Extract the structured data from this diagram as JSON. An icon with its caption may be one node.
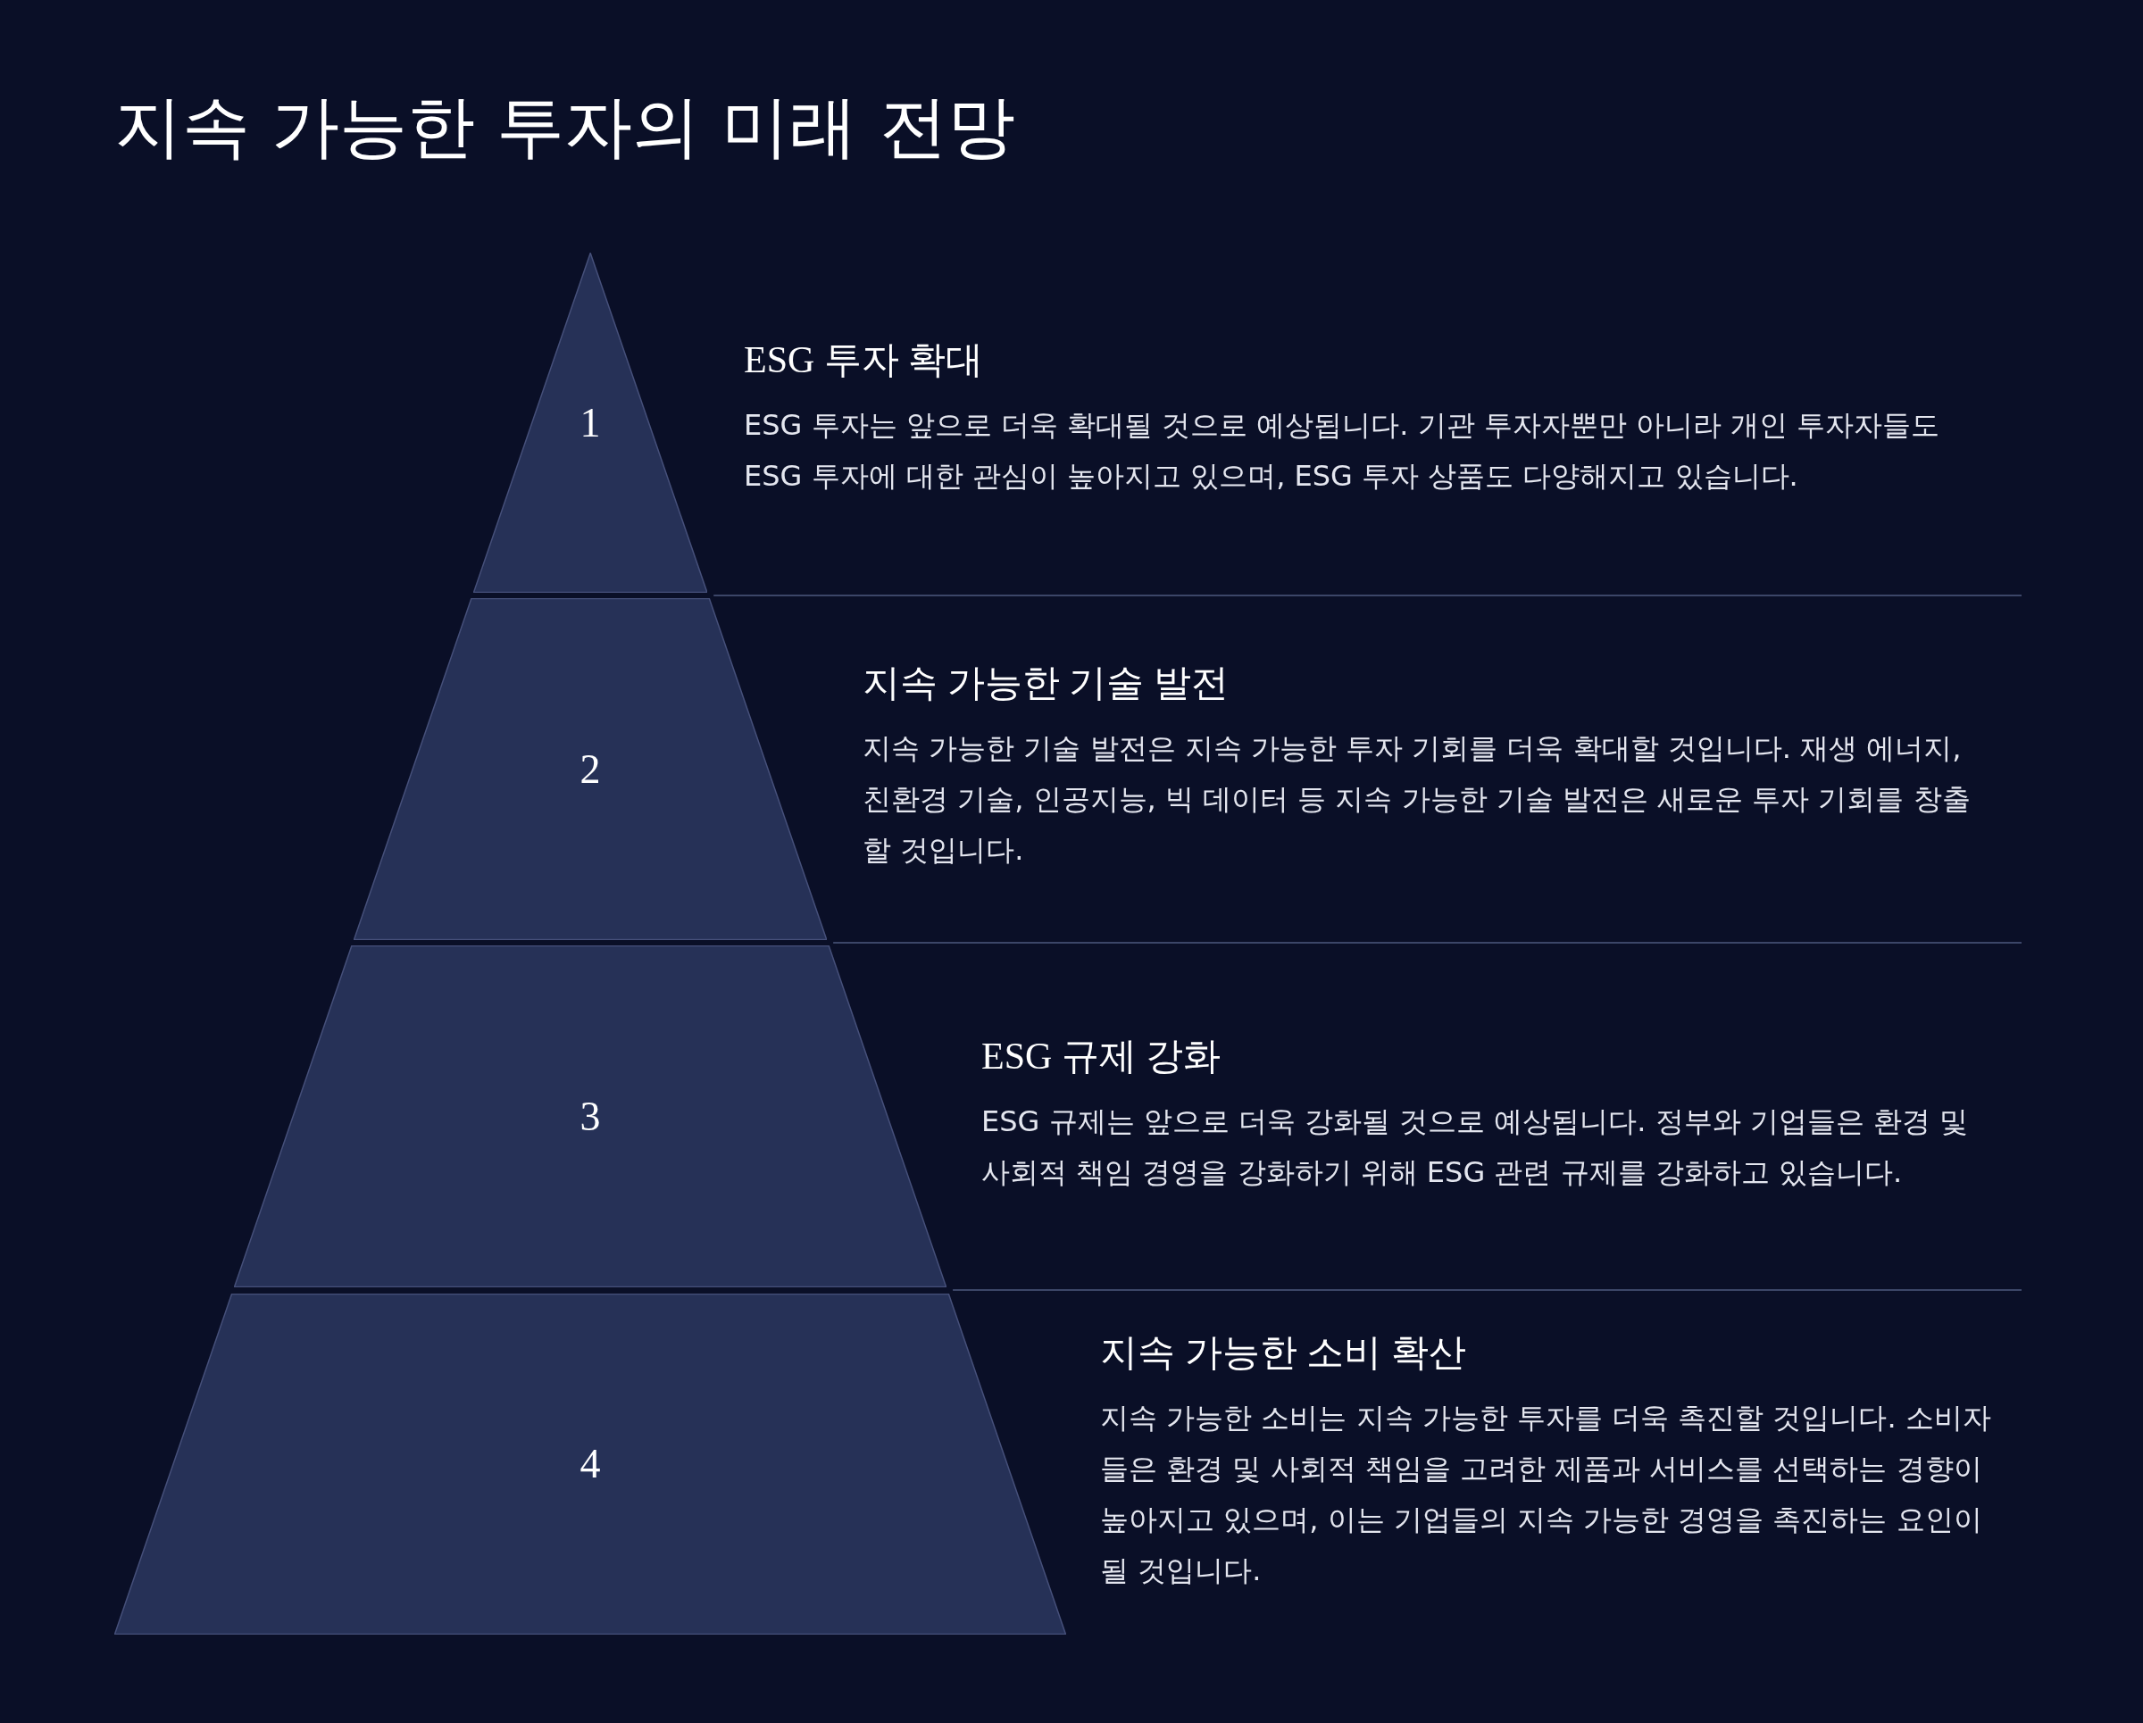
{
  "diagram": {
    "title": "지속 가능한 투자의 미래 전망",
    "nodes": [
      {
        "text": [
          "1"
        ],
        "beside": [
          "ESG 투자 확대",
          "ESG 투자는 앞으로 더욱 확대될 것으로 예상됩니다. 기관 투자자뿐만 아니라 개인 투자자들도 ESG 투자에 대한 관심이 높아지고 있으며, ESG 투자 상품도 다양해지고 있습니다."
        ]
      },
      {
        "text": [
          "2"
        ],
        "beside": [
          "지속 가능한 기술 발전",
          "지속 가능한 기술 발전은 지속 가능한 투자 기회를 더욱 확대할 것입니다. 재생 에너지, 친환경 기술, 인공지능, 빅 데이터 등 지속 가능한 기술 발전은 새로운 투자 기회를 창출할 것입니다."
        ]
      },
      {
        "text": [
          "3"
        ],
        "beside": [
          "ESG 규제 강화",
          "ESG 규제는 앞으로 더욱 강화될 것으로 예상됩니다. 정부와 기업들은 환경 및 사회적 책임 경영을 강화하기 위해 ESG 관련 규제를 강화하고 있습니다."
        ]
      },
      {
        "text": [
          "4"
        ],
        "beside": [
          "지속 가능한 소비 확산",
          "지속 가능한 소비는 지속 가능한 투자를 더욱 촉진할 것입니다. 소비자들은 환경 및 사회적 책임을 고려한 제품과 서비스를 선택하는 경향이 높아지고 있으며, 이는 기업들의 지속 가능한 경영을 촉진하는 요인이 될 것입니다."
        ]
      }
    ]
  }
}
